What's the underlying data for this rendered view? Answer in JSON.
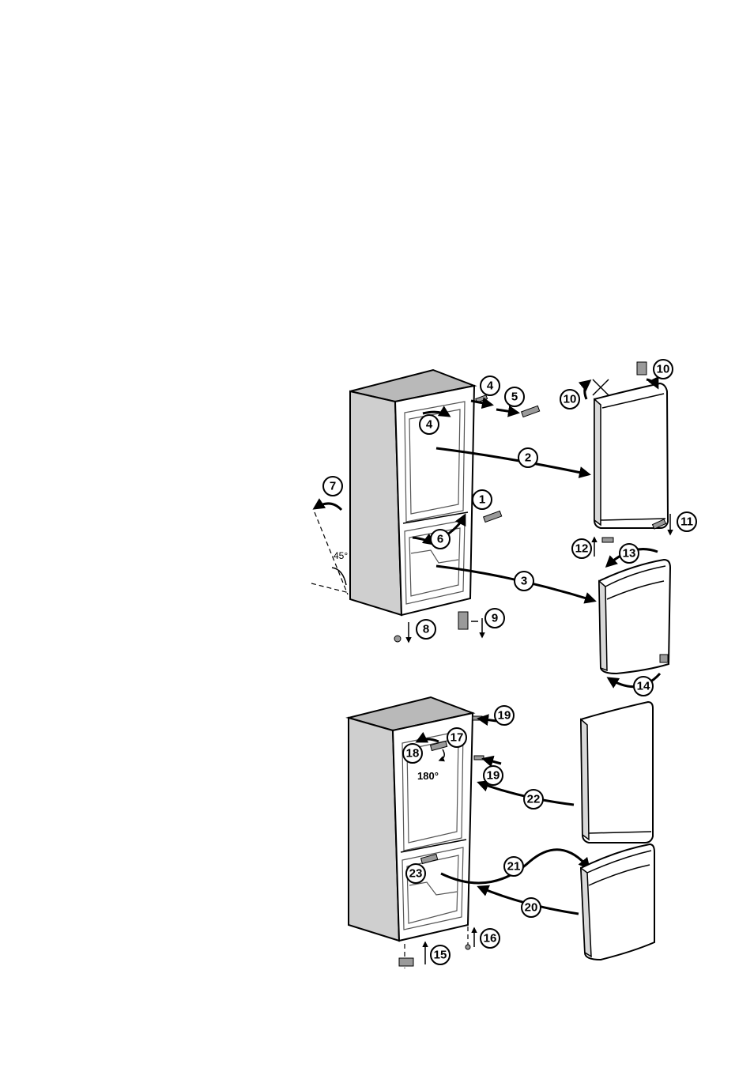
{
  "diagram": {
    "angle_label": "45°",
    "rotation_label": "180°",
    "steps": [
      "1",
      "2",
      "3",
      "4",
      "5",
      "6",
      "7",
      "8",
      "9",
      "10",
      "11",
      "12",
      "13",
      "14",
      "15",
      "16",
      "17",
      "18",
      "19",
      "20",
      "21",
      "22",
      "23"
    ]
  },
  "colors": {
    "line": "#000000",
    "side_gray": "#cfcfcf",
    "top_gray": "#b9b9b9",
    "background": "#ffffff"
  }
}
